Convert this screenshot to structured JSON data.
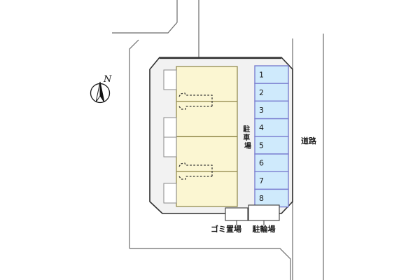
{
  "plan": {
    "title": "",
    "compass": {
      "north_label": "N"
    },
    "colors": {
      "building_fill": "#fbf6d2",
      "building_stroke": "#8c8445",
      "site_fill": "#f2f2f2",
      "site_stroke": "#3a3a3a",
      "stall_fill": "#cfeafc",
      "stall_stroke": "#7b7fd0",
      "road_stroke": "#666666",
      "text": "#1a1a1a",
      "background": "#ffffff"
    },
    "parking_lot": {
      "label": "駐車場",
      "orientation": "vertical",
      "stalls": [
        {
          "number": "1"
        },
        {
          "number": "2"
        },
        {
          "number": "3"
        },
        {
          "number": "4"
        },
        {
          "number": "5"
        },
        {
          "number": "6"
        },
        {
          "number": "7"
        },
        {
          "number": "8"
        }
      ]
    },
    "road": {
      "label": "道路"
    },
    "facilities": [
      {
        "id": "gomi",
        "label": "ゴミ置場"
      },
      {
        "id": "chuurin",
        "label": "駐輪場"
      }
    ],
    "building": {
      "units_note": "",
      "blocks": 4
    }
  }
}
